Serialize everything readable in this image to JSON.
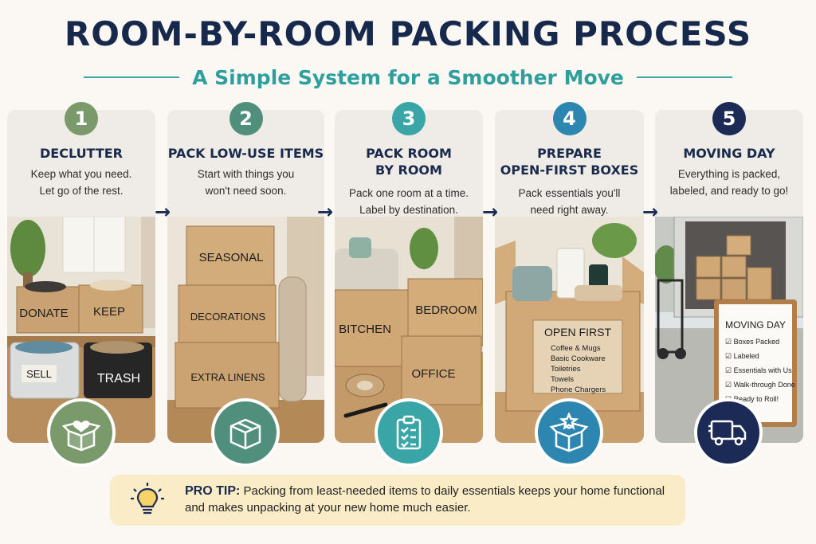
{
  "title": "ROOM-BY-ROOM PACKING PROCESS",
  "subtitle": "A Simple System for a Smoother Move",
  "steps": [
    {
      "number": "1",
      "title": "DECLUTTER",
      "desc": [
        "Keep what you need.",
        "Let go of the rest."
      ],
      "color": "#7a9a6b",
      "icon": "heart-box-icon",
      "photo_labels": [
        "DONATE",
        "KEEP",
        "SELL",
        "TRASH"
      ]
    },
    {
      "number": "2",
      "title": "PACK LOW-USE ITEMS",
      "desc": [
        "Start with things you",
        "won't need soon."
      ],
      "color": "#4f8f7c",
      "icon": "closed-box-icon",
      "photo_labels": [
        "SEASONAL",
        "DECORATIONS",
        "EXTRA LINENS"
      ]
    },
    {
      "number": "3",
      "title": "PACK ROOM BY ROOM",
      "title_lines": [
        "PACK ROOM",
        "BY ROOM"
      ],
      "desc": [
        "Pack one room at a time.",
        "Label by destination."
      ],
      "color": "#3aa5a6",
      "icon": "clipboard-checklist-icon",
      "photo_labels": [
        "BITCHEN",
        "BEDROOM",
        "OFFICE"
      ]
    },
    {
      "number": "4",
      "title": "PREPARE OPEN-FIRST BOXES",
      "title_lines": [
        "PREPARE",
        "OPEN-FIRST BOXES"
      ],
      "desc": [
        "Pack essentials you'll",
        "need right away."
      ],
      "color": "#2d86b0",
      "icon": "star-box-icon",
      "photo_labels": [
        "OPEN FIRST",
        "Coffee & Mugs",
        "Basic Cookware",
        "Toiletries",
        "Towels",
        "Phone Chargers"
      ]
    },
    {
      "number": "5",
      "title": "MOVING DAY",
      "desc": [
        "Everything is packed,",
        "labeled, and ready to go!"
      ],
      "color": "#1b2b55",
      "icon": "moving-truck-icon",
      "photo_labels": [
        "MOVING DAY",
        "Boxes Packed",
        "Labeled",
        "Essentials with Us",
        "Walk-through Done",
        "Ready to Roll!"
      ]
    }
  ],
  "arrows": [
    "→",
    "→",
    "→",
    "→"
  ],
  "tip": {
    "label": "PRO TIP:",
    "text": "Packing from least-needed items to daily essentials keeps your home functional and makes unpacking at your new home much easier."
  }
}
